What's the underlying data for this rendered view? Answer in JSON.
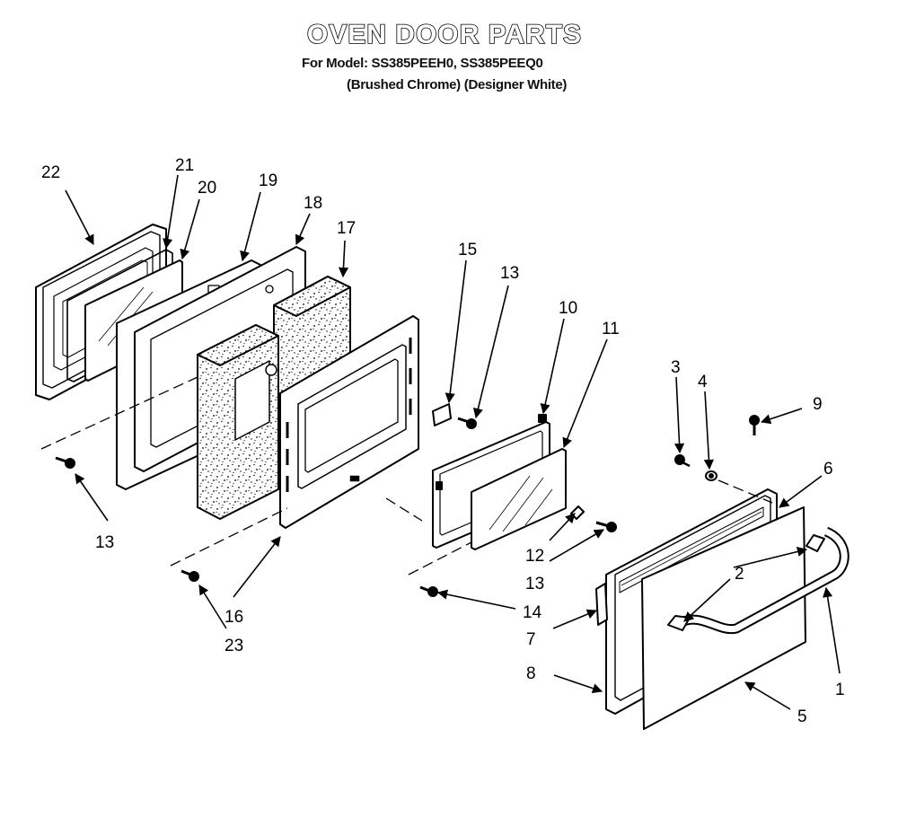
{
  "header": {
    "title": "OVEN DOOR PARTS",
    "model_line": "For Model: SS385PEEH0, SS385PEEQ0",
    "finish_line": "(Brushed Chrome) (Designer White)"
  },
  "callouts": {
    "c22": "22",
    "c21": "21",
    "c20": "20",
    "c19": "19",
    "c18": "18",
    "c17": "17",
    "c15": "15",
    "c13a": "13",
    "c10": "10",
    "c11": "11",
    "c3": "3",
    "c4": "4",
    "c9": "9",
    "c6": "6",
    "c13b": "13",
    "c12": "12",
    "c13c": "13",
    "c14": "14",
    "c2": "2",
    "c7": "7",
    "c1": "1",
    "c8": "8",
    "c5": "5",
    "c16": "16",
    "c23": "23"
  },
  "colors": {
    "ink": "#000000",
    "paper": "#ffffff",
    "insulation": "#ffffff"
  }
}
